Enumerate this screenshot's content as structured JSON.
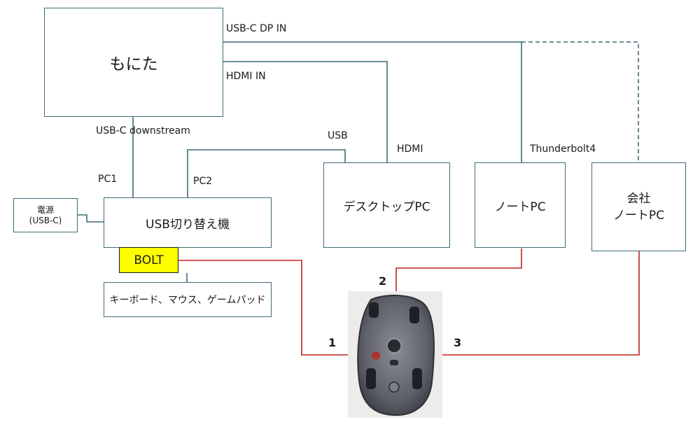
{
  "colors": {
    "line": "#3f6b76",
    "box_border": "#3f6b76",
    "red_line": "#c0201f",
    "bolt_fill": "#ffff00"
  },
  "boxes": {
    "monitor": "もにた",
    "switcher": "USB切り替え機",
    "power_line1": "電源",
    "power_line2": "(USB-C)",
    "peripherals": "キーボード、マウス、ゲームパッド",
    "desktop": "デスクトップPC",
    "notebook": "ノートPC",
    "work_line1": "会社",
    "work_line2": "ノートPC",
    "bolt": "BOLT"
  },
  "labels": {
    "usbc_dp_in": "USB-C DP IN",
    "hdmi_in": "HDMI IN",
    "usbc_downstream": "USB-C downstream",
    "usb": "USB",
    "hdmi": "HDMI",
    "thunderbolt4": "Thunderbolt4",
    "pc1": "PC1",
    "pc2": "PC2"
  },
  "channels": {
    "ch1": "1",
    "ch2": "2",
    "ch3": "3"
  }
}
